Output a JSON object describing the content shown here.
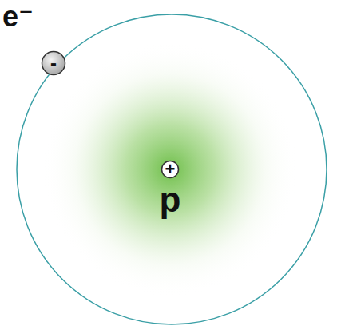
{
  "diagram": {
    "nodes": [
      {
        "text": [
          "e⁻",
          "-"
        ]
      },
      {
        "text": [
          "+",
          "p"
        ]
      }
    ]
  }
}
